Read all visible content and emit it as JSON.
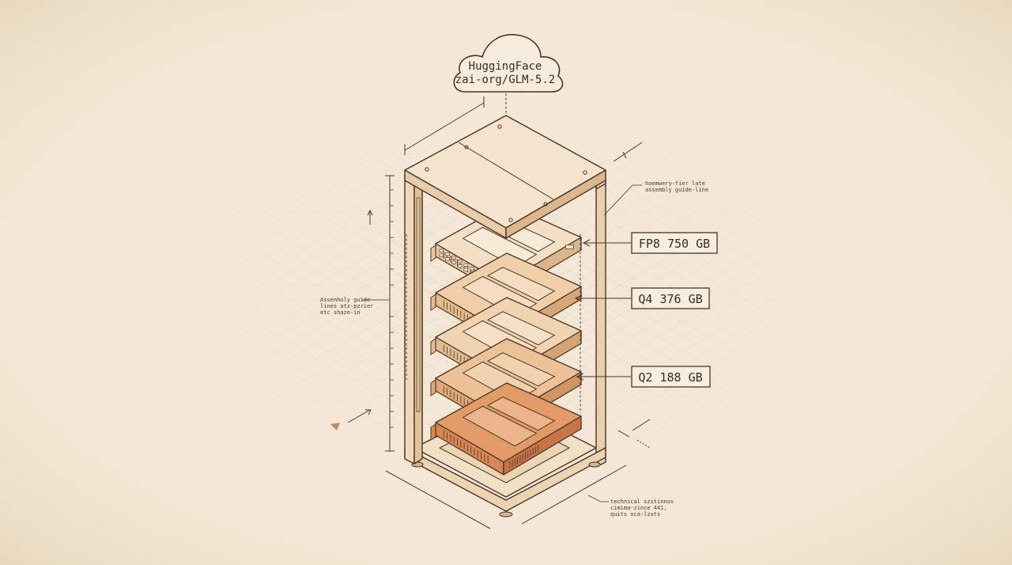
{
  "source": {
    "line1": "HuggingFace",
    "line2": "zai-org/GLM-5.2"
  },
  "quantizations": [
    {
      "label": "FP8 750 GB"
    },
    {
      "label": "Q4 376 GB"
    },
    {
      "label": "Q2 188 GB"
    }
  ],
  "notes": {
    "right_top": [
      "hoemwery-fier late",
      "assembly guide-line"
    ],
    "left_mid": [
      "Assenholy guide-",
      "lines atz-pzrier",
      "etc shaze-in"
    ],
    "bottom_right": [
      "technical szitinnos",
      "cimima-zince 441,",
      "quits oca-lzots"
    ]
  },
  "colors": {
    "paper": "#f3e8d6",
    "ink": "#4a3528",
    "wood_light": "#f2dcc0",
    "wood_mid": "#e7c39a",
    "accent": "#d9824f"
  }
}
